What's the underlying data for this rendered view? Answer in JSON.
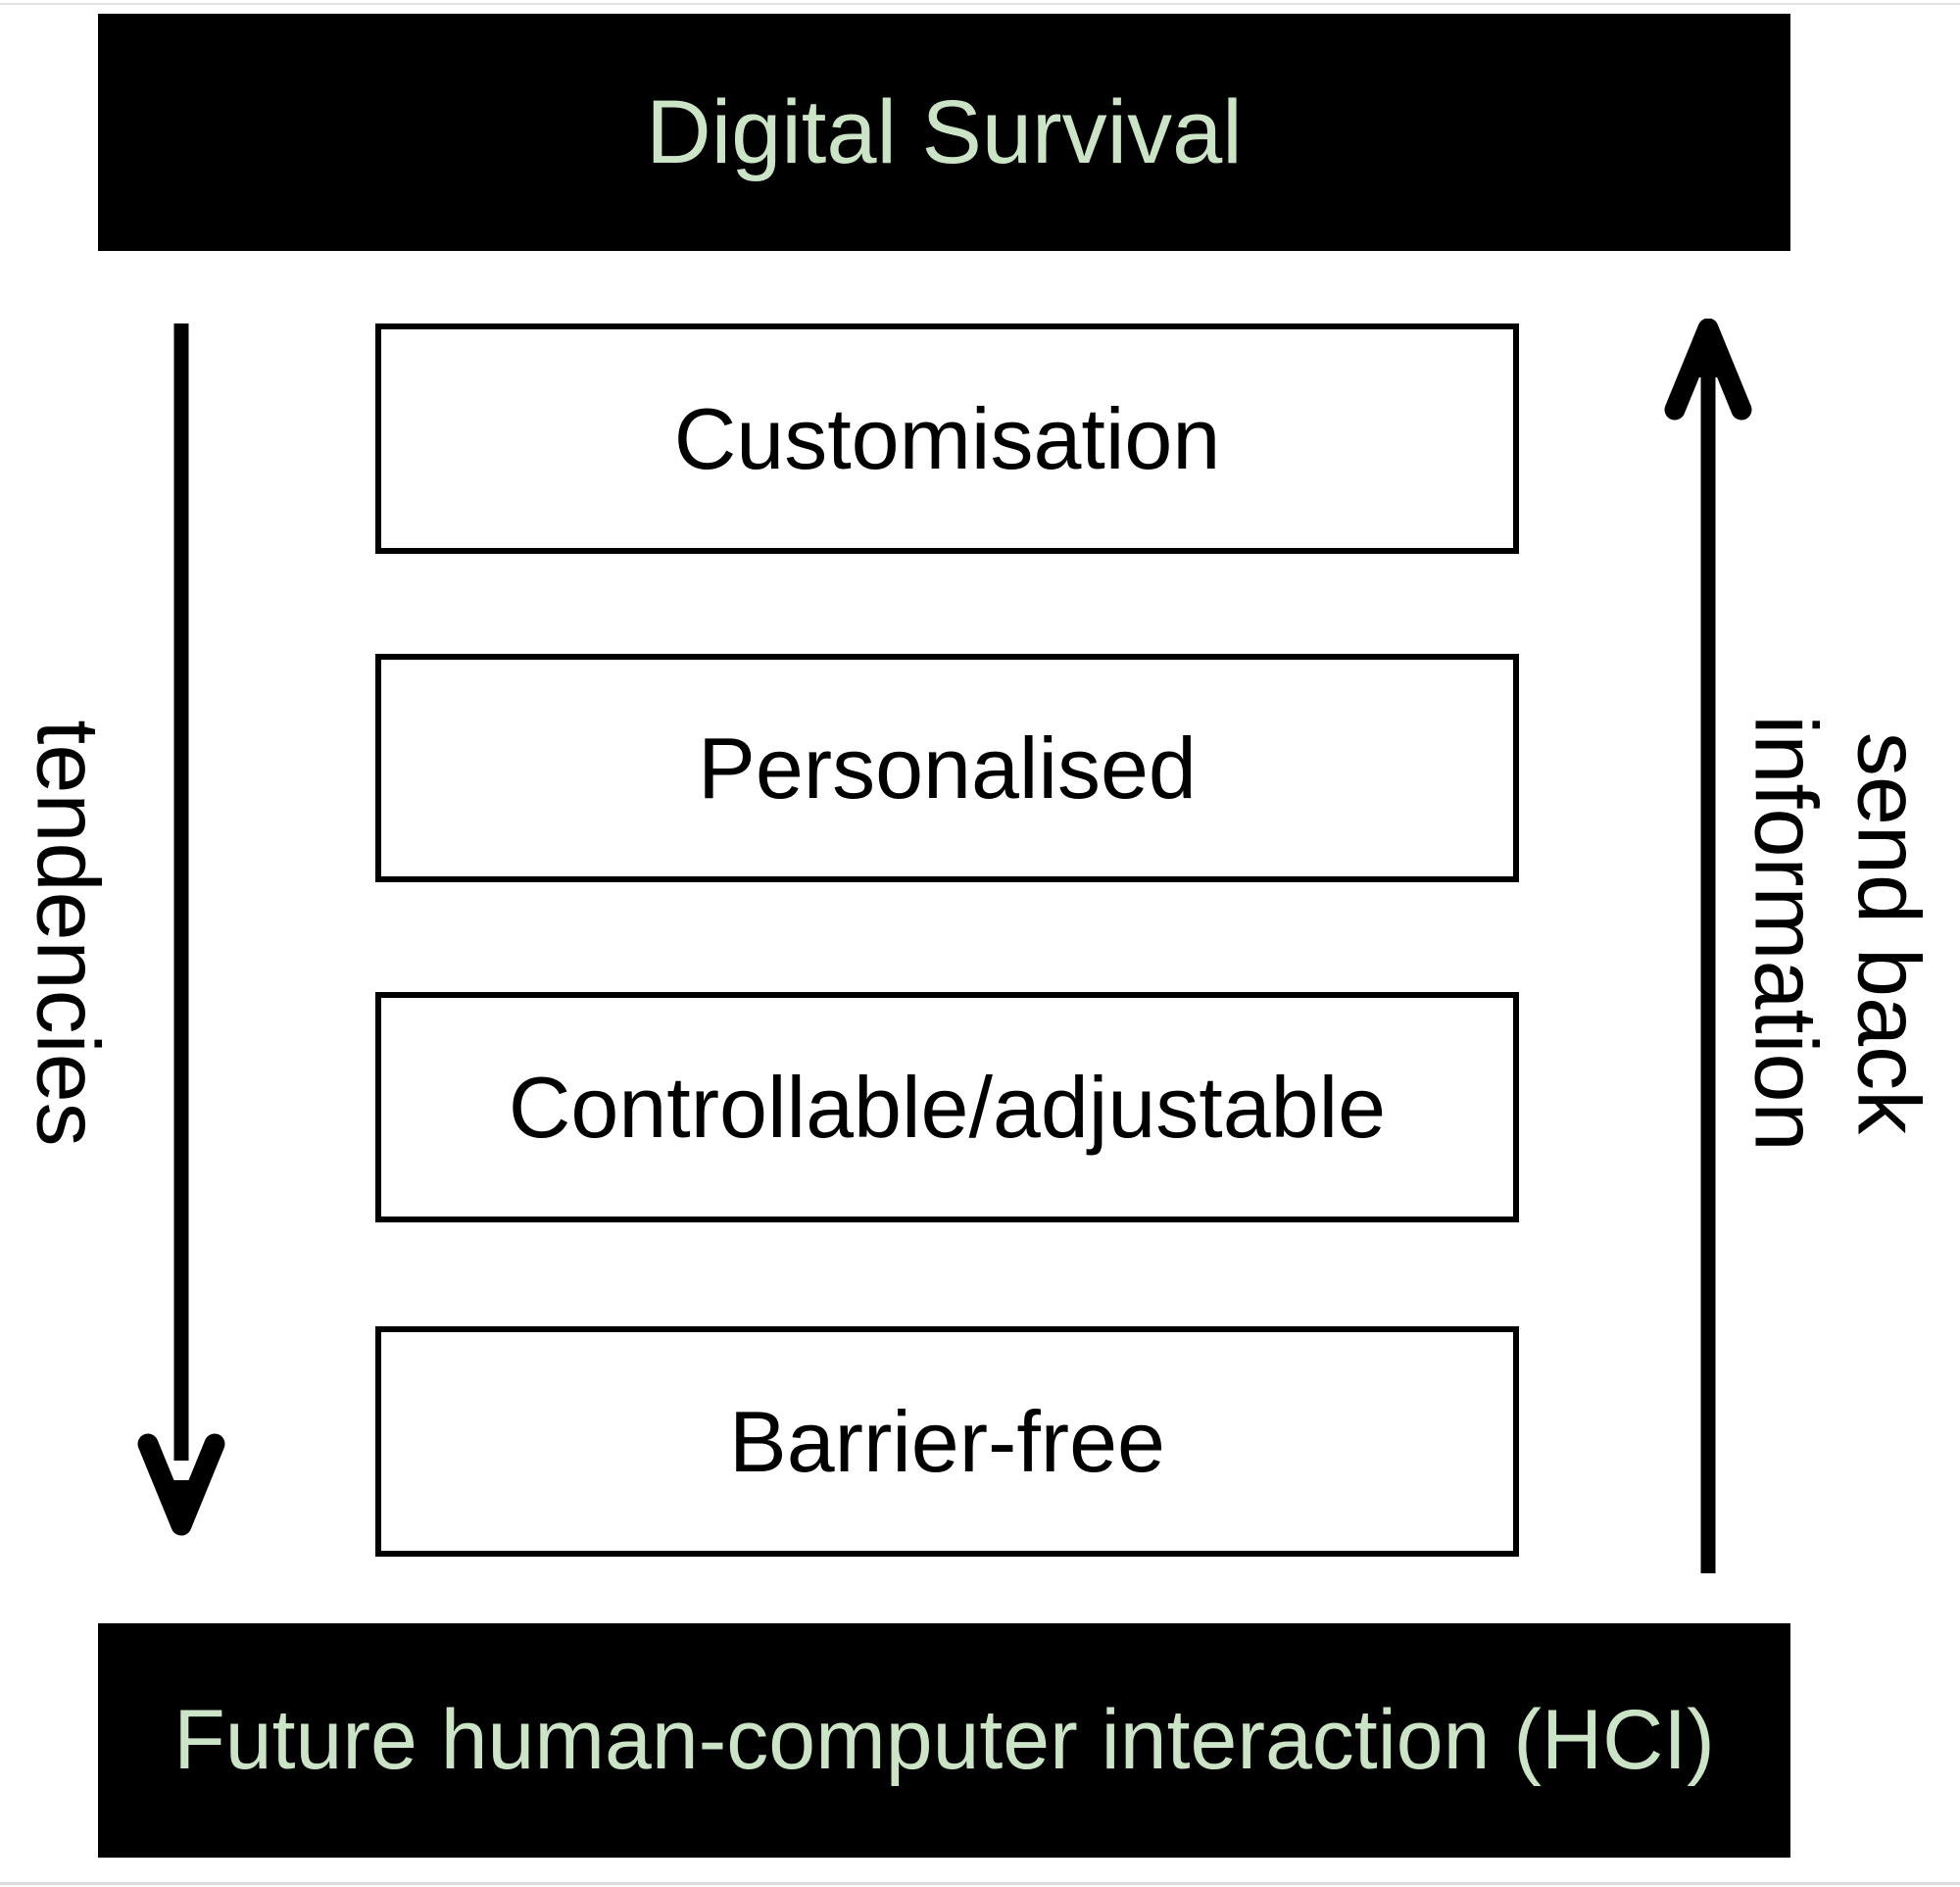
{
  "colors": {
    "background": "#ffffff",
    "bar_background": "#000000",
    "bar_text_green": "#cce4c6",
    "box_background": "#ffffff",
    "box_border": "#000000",
    "box_text": "#000000",
    "arrow": "#000000",
    "side_label_text": "#000000"
  },
  "top_bar": {
    "label": "Digital Survival"
  },
  "bottom_bar": {
    "label": "Future human-computer interaction (HCI)"
  },
  "boxes": [
    {
      "label": "Customisation"
    },
    {
      "label": "Personalised"
    },
    {
      "label": "Controllable/adjustable"
    },
    {
      "label": "Barrier-free"
    }
  ],
  "left_flow": {
    "label": "tendencies",
    "arrow_direction": "down"
  },
  "right_flow": {
    "lines": [
      "send back",
      "information"
    ],
    "arrow_direction": "up"
  }
}
